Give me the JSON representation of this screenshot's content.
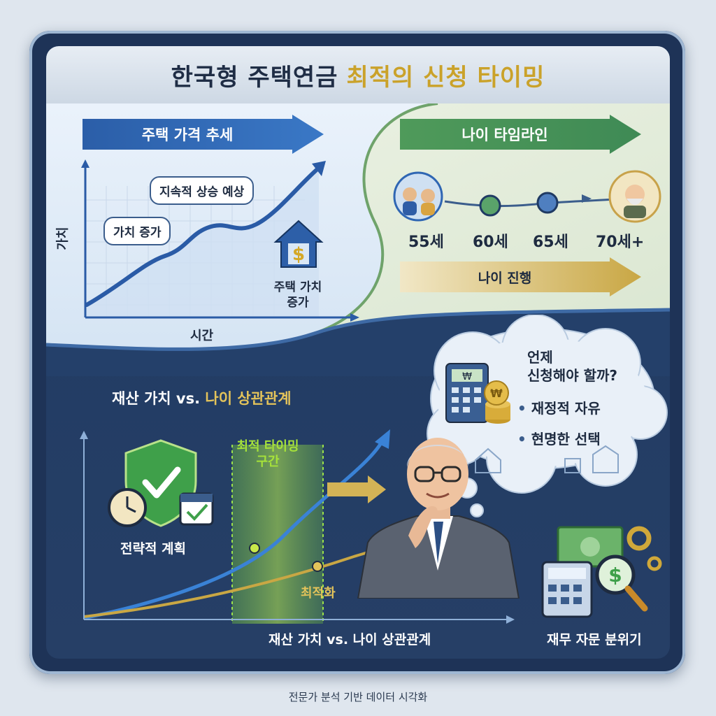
{
  "title": {
    "main": "한국형 주택연금",
    "highlight": "최적의 신청 타이밍"
  },
  "price_trend": {
    "banner": "주택 가격 추세",
    "y_axis": "가치",
    "x_axis": "시간",
    "bubble_rise": "지속적 상승 예상",
    "bubble_increase": "가치 증가",
    "house_label_line1": "주택 가치",
    "house_label_line2": "증가",
    "house_icon": "house-dollar-icon"
  },
  "age_timeline": {
    "banner": "나이 타임라인",
    "ages": [
      "55세",
      "60세",
      "65세",
      "70세+"
    ],
    "progress_banner": "나이 진행"
  },
  "correlation": {
    "title_prefix": "재산 가치 vs.",
    "title_highlight": "나이 상관관계",
    "optimal_line1": "최적 타이밍",
    "optimal_line2": "구간",
    "strategy_label": "전략적 계획",
    "optimize_label": "최적화",
    "x_axis_label": "재산 가치 vs. 나이 상관관계"
  },
  "thought": {
    "question_line1": "언제",
    "question_line2": "신청해야 할까?",
    "bullets": [
      "재정적 자유",
      "현명한 선택"
    ],
    "calculator_display": "₩",
    "coin_symbol": "₩"
  },
  "advisor": {
    "label": "재무 자문 분위기",
    "magnifier_symbol": "$"
  },
  "footer": "전문가 분석 기반 데이터 시각화",
  "colors": {
    "navy": "#1f3a63",
    "gold": "#caa22a",
    "blue": "#2f66b3",
    "green": "#3f8a55",
    "lime": "#a6e23a"
  }
}
